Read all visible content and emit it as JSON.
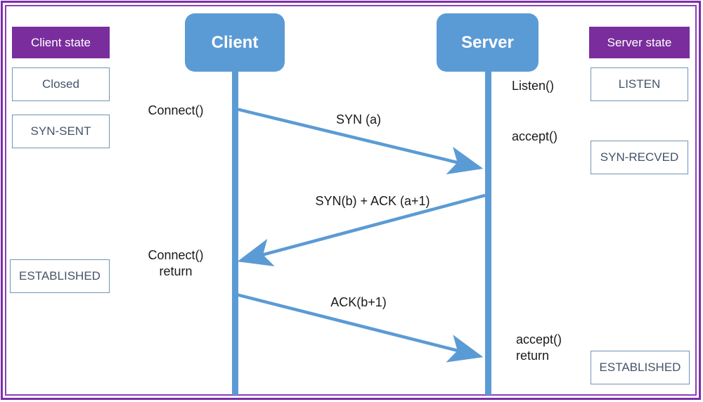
{
  "diagram": {
    "title": "TCP three-way handshake sequence diagram",
    "colors": {
      "frame_purple": "#7B2FA8",
      "actor_blue": "#5B9BD5",
      "state_header_purple": "#7A2E9D",
      "state_box_border": "#6F96B5",
      "state_box_text": "#44546A",
      "arrow_blue": "#5B9BD5",
      "background": "#FFFFFF"
    }
  },
  "actors": [
    {
      "id": "client",
      "label": "Client"
    },
    {
      "id": "server",
      "label": "Server"
    }
  ],
  "client_state_column": {
    "header": "Client state",
    "states": [
      {
        "label": "Closed"
      },
      {
        "label": "SYN-SENT"
      },
      {
        "label": "ESTABLISHED"
      }
    ]
  },
  "server_state_column": {
    "header": "Server state",
    "states": [
      {
        "label": "LISTEN"
      },
      {
        "label": "SYN-RECVED"
      },
      {
        "label": "ESTABLISHED"
      }
    ]
  },
  "client_calls": [
    {
      "label": "Connect()"
    },
    {
      "label": "Connect()\nreturn"
    }
  ],
  "server_calls": [
    {
      "label": "Listen()"
    },
    {
      "label": "accept()"
    },
    {
      "label": "accept()\nreturn"
    }
  ],
  "messages": [
    {
      "label": "SYN (a)",
      "from": "client",
      "to": "server"
    },
    {
      "label": "SYN(b) + ACK (a+1)",
      "from": "server",
      "to": "client"
    },
    {
      "label": "ACK(b+1)",
      "from": "client",
      "to": "server"
    }
  ]
}
